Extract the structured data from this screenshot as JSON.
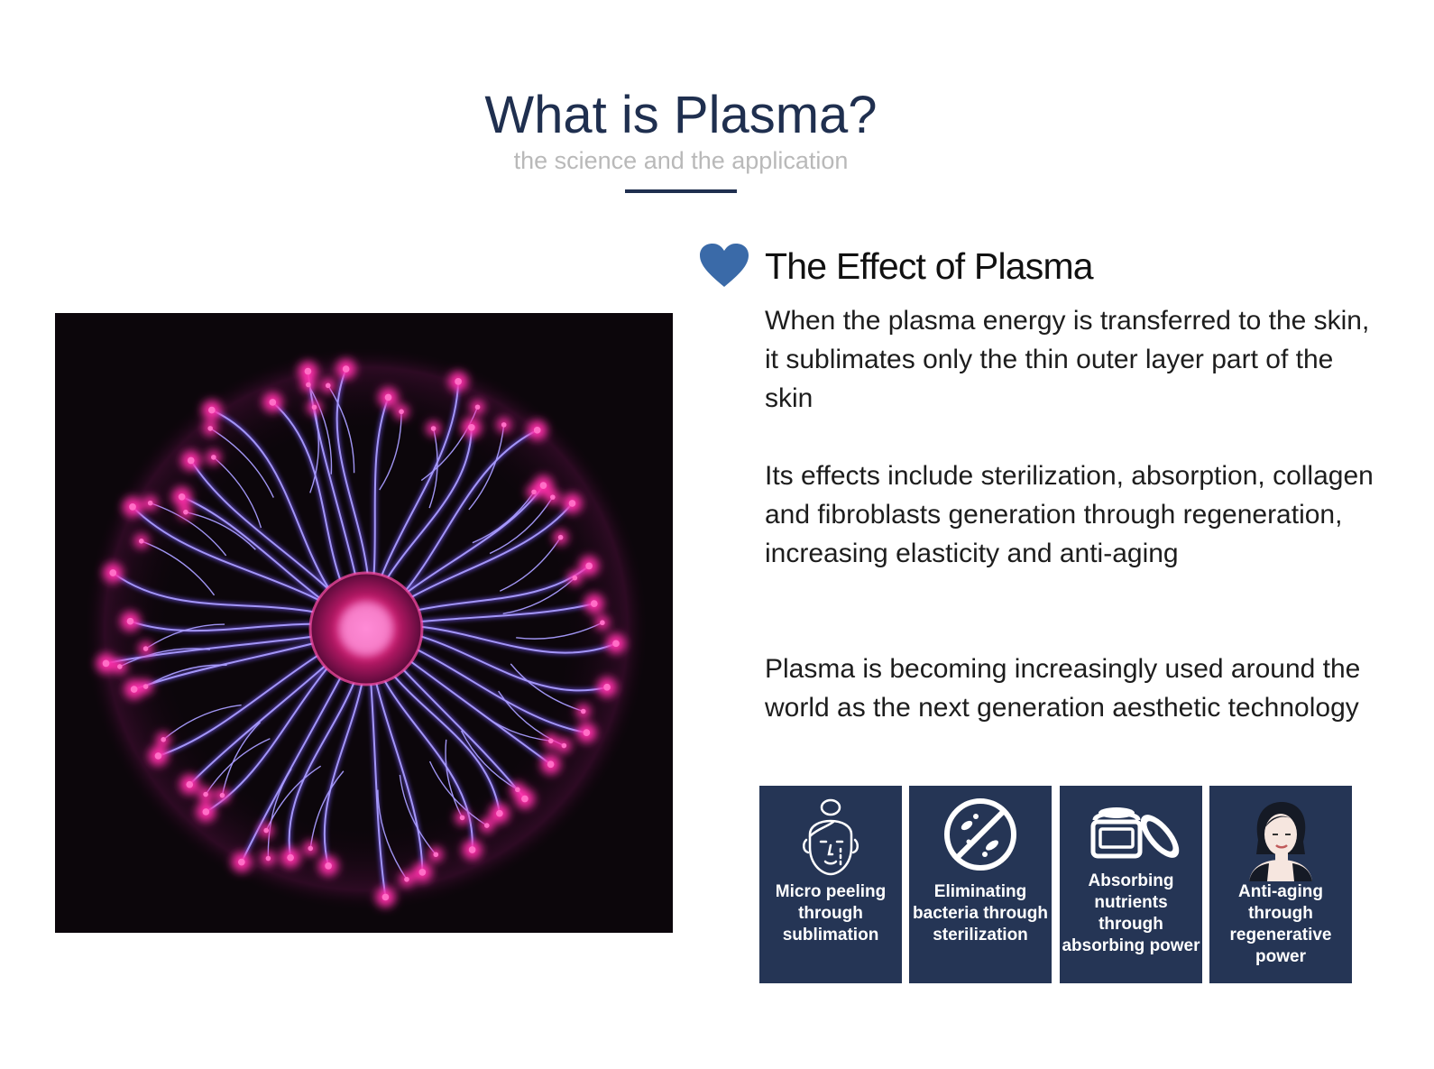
{
  "header": {
    "title": "What is Plasma?",
    "subtitle": "the science and the application"
  },
  "section": {
    "heading": "The Effect of Plasma",
    "paragraphs": [
      "When the plasma energy is transferred to the skin, it sublimates only the thin outer layer part of the skin",
      "Its effects include sterilization, absorption, collagen and fibroblasts generation through regeneration, increasing elasticity and anti-aging",
      "Plasma is becoming increasingly used around the world as the next generation aesthetic technology"
    ]
  },
  "tiles": [
    {
      "label": "Micro peeling through sublimation",
      "icon": "face-peeling-icon"
    },
    {
      "label": "Eliminating bacteria through sterilization",
      "icon": "no-bacteria-icon"
    },
    {
      "label": "Absorbing nutrients through absorbing power",
      "icon": "cream-jar-icon"
    },
    {
      "label": "Anti-aging through regenerative power",
      "icon": "woman-face-icon"
    }
  ],
  "colors": {
    "navy": "#253555",
    "heart": "#3a6aa8",
    "subtitle_gray": "#b9b9b9"
  }
}
